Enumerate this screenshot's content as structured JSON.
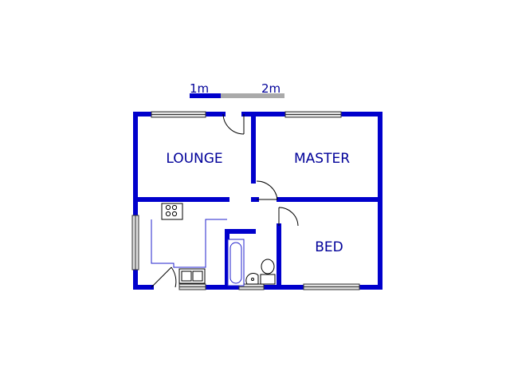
{
  "scale_bar": {
    "label_start": "1m",
    "label_end": "2m"
  },
  "rooms": {
    "lounge": "LOUNGE",
    "master": "MASTER",
    "bed": "BED"
  },
  "colors": {
    "wall": "#0000cc",
    "fixture": "#2222cc",
    "window_fill": "#dddddd",
    "scale_grey": "#aaaaaa",
    "text": "#000099"
  }
}
